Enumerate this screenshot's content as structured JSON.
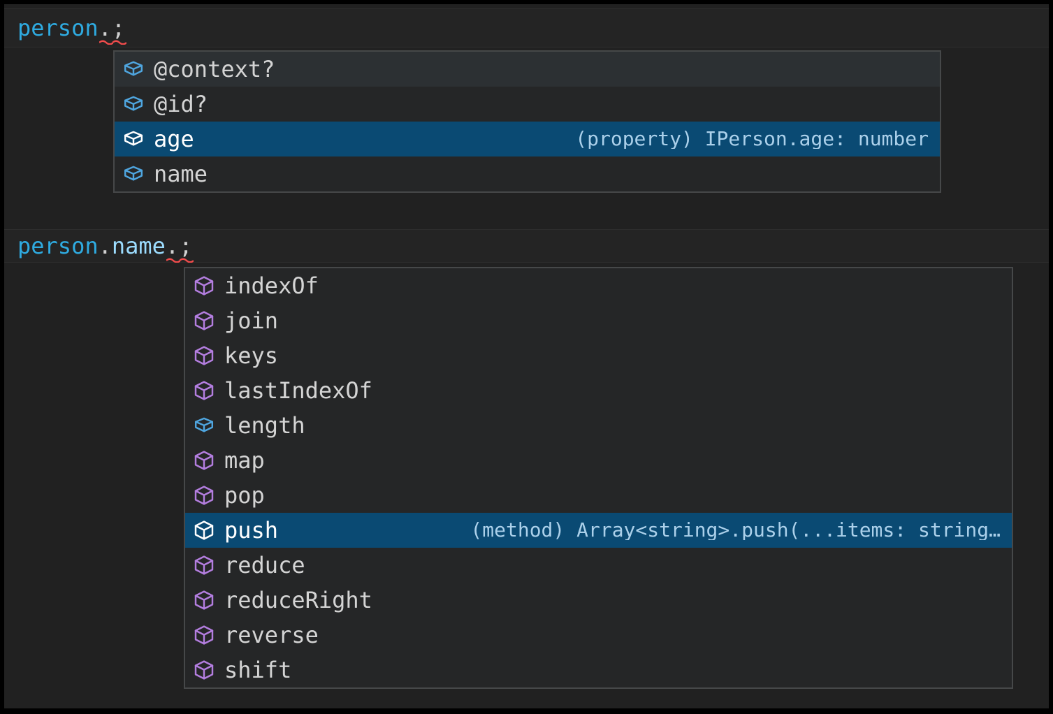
{
  "colors": {
    "editor_bg": "#212121",
    "line_highlight": "#242424",
    "line_highlight_border": "#2d2d2d",
    "variable_blue": "#2fabe1",
    "property_blue": "#9cdcfe",
    "punctuation": "#d0d0d0",
    "error_red": "#f14c4c",
    "suggest_bg": "#252627",
    "suggest_border": "#464849",
    "row_hover": "#2c3033",
    "row_selected": "#0a4a73",
    "field_icon": "#4fa6e0",
    "method_icon": "#b47ee0",
    "icon_selected": "#ffffff",
    "label": "#d4d4d4",
    "label_selected": "#ffffff",
    "detail": "#abd0ea"
  },
  "editor": {
    "code_lines": [
      {
        "tokens": [
          {
            "text": "person",
            "style": "variable"
          },
          {
            "text": ".",
            "style": "punctuation",
            "squiggle": true
          },
          {
            "text": ";",
            "style": "punctuation",
            "squiggle": true
          }
        ]
      },
      {
        "tokens": [
          {
            "text": "person",
            "style": "variable"
          },
          {
            "text": ".",
            "style": "punctuation"
          },
          {
            "text": "name",
            "style": "property"
          },
          {
            "text": ".",
            "style": "punctuation",
            "squiggle": true
          },
          {
            "text": ";",
            "style": "punctuation",
            "squiggle": true
          }
        ]
      }
    ]
  },
  "suggest_widgets": [
    {
      "items": [
        {
          "label": "@context?",
          "kind": "field",
          "state": "hover"
        },
        {
          "label": "@id?",
          "kind": "field"
        },
        {
          "label": "age",
          "kind": "field",
          "state": "selected",
          "detail": "(property) IPerson.age: number"
        },
        {
          "label": "name",
          "kind": "field"
        }
      ]
    },
    {
      "items": [
        {
          "label": "indexOf",
          "kind": "method"
        },
        {
          "label": "join",
          "kind": "method"
        },
        {
          "label": "keys",
          "kind": "method"
        },
        {
          "label": "lastIndexOf",
          "kind": "method"
        },
        {
          "label": "length",
          "kind": "field"
        },
        {
          "label": "map",
          "kind": "method"
        },
        {
          "label": "pop",
          "kind": "method"
        },
        {
          "label": "push",
          "kind": "method",
          "state": "selected",
          "detail": "(method) Array<string>.push(...items: string…"
        },
        {
          "label": "reduce",
          "kind": "method"
        },
        {
          "label": "reduceRight",
          "kind": "method"
        },
        {
          "label": "reverse",
          "kind": "method"
        },
        {
          "label": "shift",
          "kind": "method"
        }
      ]
    }
  ]
}
